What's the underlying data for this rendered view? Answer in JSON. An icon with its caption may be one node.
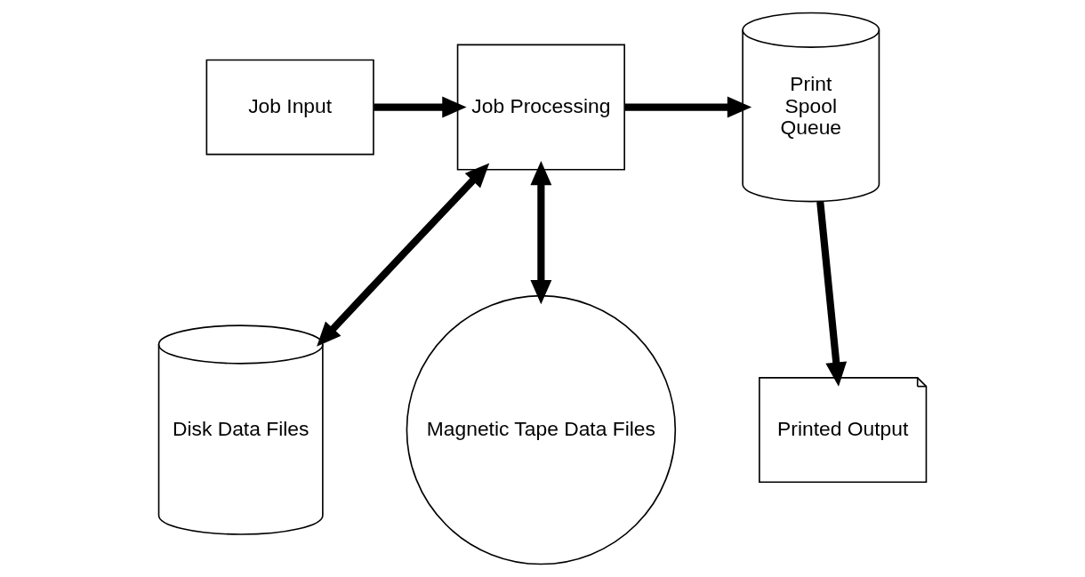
{
  "diagram": {
    "nodes": [
      {
        "text": [
          "Job Input"
        ]
      },
      {
        "text": [
          "Job Processing"
        ]
      },
      {
        "text": [
          "Print",
          "Spool",
          "Queue"
        ]
      },
      {
        "text": [
          "Printed Output"
        ]
      },
      {
        "text": [
          "Disk Data Files"
        ]
      },
      {
        "text": [
          "Magnetic Tape Data Files"
        ]
      }
    ],
    "edges": [
      {
        "from": 0,
        "to": 1,
        "arrow": "to"
      },
      {
        "from": 1,
        "to": 2,
        "arrow": "to"
      },
      {
        "from": 2,
        "to": 3,
        "arrow": "to"
      },
      {
        "from": 1,
        "to": 4,
        "arrow": "both"
      },
      {
        "from": 1,
        "to": 5,
        "arrow": "both"
      }
    ]
  }
}
